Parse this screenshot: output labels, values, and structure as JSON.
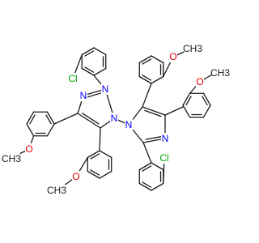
{
  "molecule": {
    "atom_labels": {
      "cl_top": "Cl",
      "n_a1": "N",
      "n_a2": "N",
      "n_b1": "N",
      "n_b2": "N",
      "cl_bottom": "Cl",
      "o_ul": "O",
      "o_ll": "O",
      "o_tr": "O",
      "o_r": "O",
      "methyl_ul": "CH3",
      "methyl_ll": "CH3",
      "methyl_tr": "CH3",
      "methyl_r": "CH3"
    },
    "colors": {
      "bond": "#1a1a1a",
      "nitrogen": "#0000ff",
      "chlorine": "#00a000",
      "oxygen": "#e00000"
    }
  }
}
